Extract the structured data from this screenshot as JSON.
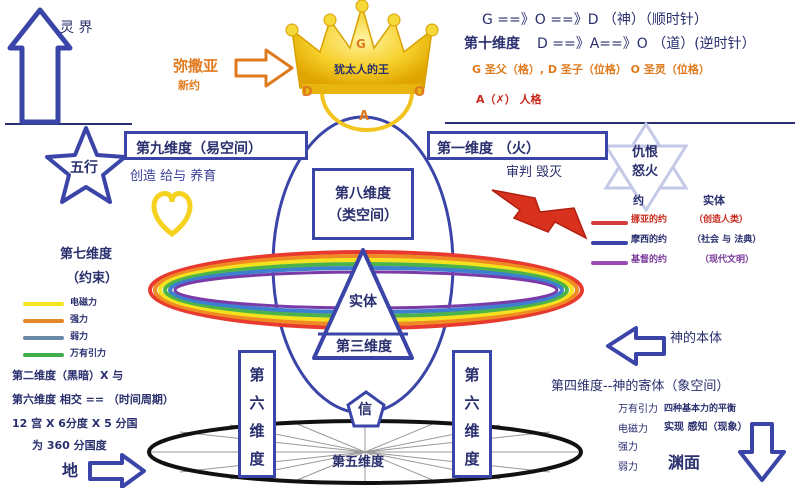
{
  "top_right": {
    "line1": "G ==》O ==》D （神）（顺时针）",
    "line2_label": "第十维度",
    "line2_text": "D ==》A==》O （道）(逆时针）",
    "line3": "G 圣父（格）, D 圣子（位格） O 圣灵（位格）",
    "line4": "A（✗） 人格"
  },
  "spirit_realm": "灵 界",
  "messiah": {
    "name": "弥撒亚",
    "sub": "新约"
  },
  "crown": {
    "text": "犹太人的王",
    "g": "G",
    "d": "D",
    "o": "O",
    "a": "A"
  },
  "dimension9": "第九维度（易空间）",
  "five_elements": "五行",
  "virtues": "创造  给与  养育",
  "dimension1": "第一维度 （火）",
  "judgment": "审判 毁灭",
  "wrath": {
    "line1": "仇恨",
    "line2": "怒火"
  },
  "dimension8": {
    "line1": "第八维度",
    "line2": "（类空间）"
  },
  "covenant": {
    "header_left": "约",
    "header_right": "实体",
    "items": [
      {
        "name": "挪亚的约",
        "entity": "（创造人类）",
        "color": "#d63a3a"
      },
      {
        "name": "摩西的约",
        "entity": "（社会 与 法典）",
        "color": "#3b45a8"
      },
      {
        "name": "基督的约",
        "entity": "（现代文明）",
        "color": "#9a4ab4"
      }
    ]
  },
  "dimension7": {
    "line1": "第七维度",
    "line2": "（约束）"
  },
  "forces_left": [
    {
      "label": "电磁力",
      "color": "#f3e41e"
    },
    {
      "label": "强力",
      "color": "#e3872a"
    },
    {
      "label": "弱力",
      "color": "#6a88a8"
    },
    {
      "label": "万有引力",
      "color": "#3fae4a"
    }
  ],
  "entity": "实体",
  "dimension3": "第三维度",
  "body_of_god": "神的本体",
  "formula": {
    "line1": "第二维度（黑暗）X 与",
    "line2": "第六维度 相交  ==  （时间周期）",
    "line3": "12 宫  X  6分度 X 5 分国",
    "line4": "为 360 分国度"
  },
  "dimension6": "第六维度",
  "faith": "信",
  "dimension5": "第五维度",
  "earth": "地",
  "dimension4": "第四维度--神的寄体（象空间）",
  "forces_right": [
    "万有引力",
    "电磁力",
    "强力",
    "弱力"
  ],
  "four_forces_note": "四种基本力的平衡",
  "realize_note": "实现 感知（现象）",
  "abyss": "渊面",
  "colors": {
    "navy": "#2a2f6e",
    "box_border": "#3b45a8",
    "crown_gold": "#f2c420",
    "heart_yellow": "#f5d21f",
    "lightning_red": "#c8291c"
  }
}
